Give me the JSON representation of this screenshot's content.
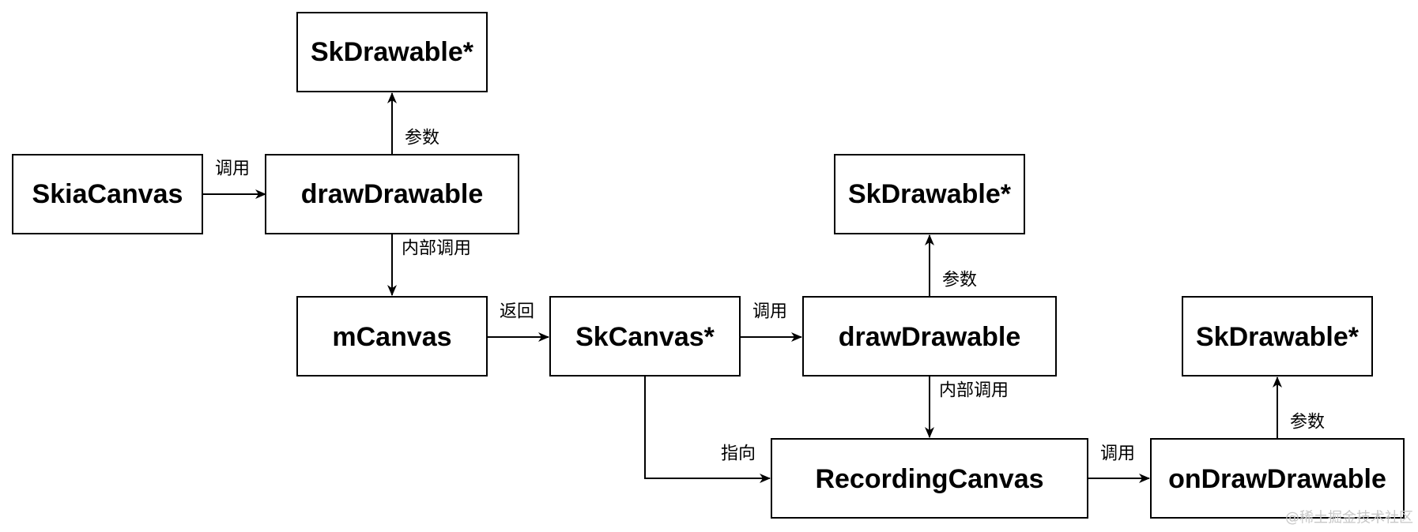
{
  "nodes": {
    "skdrawable_1": "SkDrawable*",
    "skiacanvas": "SkiaCanvas",
    "drawdrawable_1": "drawDrawable",
    "mcanvas": "mCanvas",
    "skcanvas": "SkCanvas*",
    "skdrawable_2": "SkDrawable*",
    "drawdrawable_2": "drawDrawable",
    "recordingcanvas": "RecordingCanvas",
    "ondrawdrawable": "onDrawDrawable",
    "skdrawable_3": "SkDrawable*"
  },
  "edges": {
    "skiacanvas_to_drawdrawable_1": "调用",
    "drawdrawable_1_to_skdrawable_1": "参数",
    "drawdrawable_1_to_mcanvas": "内部调用",
    "mcanvas_to_skcanvas": "返回",
    "skcanvas_to_drawdrawable_2": "调用",
    "drawdrawable_2_to_skdrawable_2": "参数",
    "drawdrawable_2_to_recordingcanvas": "内部调用",
    "skcanvas_to_recordingcanvas": "指向",
    "recordingcanvas_to_ondrawdrawable": "调用",
    "ondrawdrawable_to_skdrawable_3": "参数"
  },
  "watermark": "@稀土掘金技术社区",
  "colors": {
    "stroke": "#000000",
    "background": "#ffffff",
    "watermark": "#c8c8c8"
  }
}
